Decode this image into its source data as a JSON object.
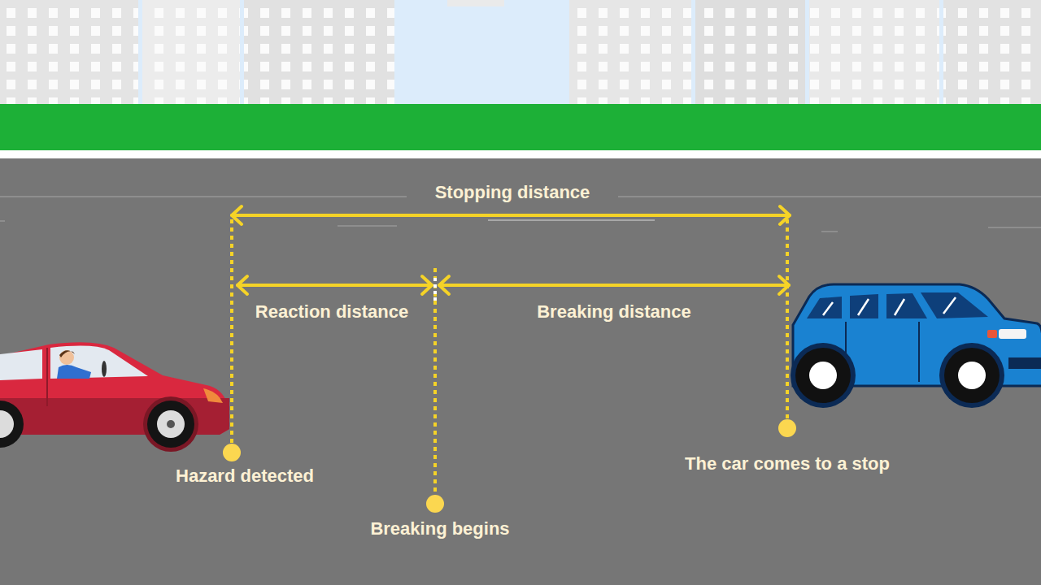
{
  "diagram": {
    "labels": [
      "Stopping distance",
      "Reaction distance",
      "Breaking distance",
      "Hazard detected",
      "Breaking begins",
      "The car comes to a stop"
    ]
  }
}
